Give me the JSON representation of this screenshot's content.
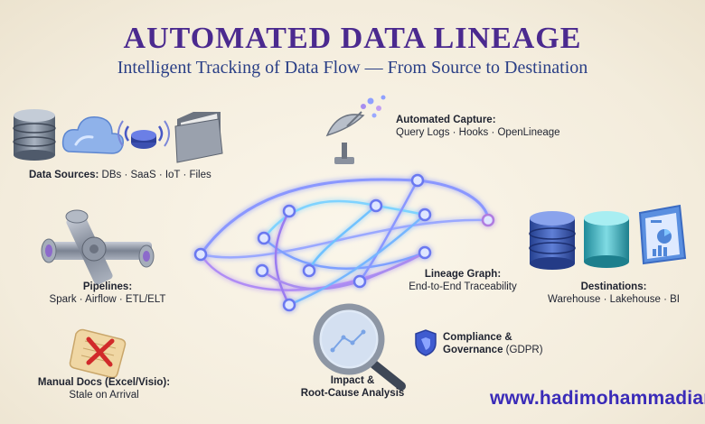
{
  "header": {
    "title": "AUTOMATED DATA LINEAGE",
    "subtitle": "Intelligent Tracking of Data Flow — From Source to Destination"
  },
  "sections": {
    "data_sources": {
      "title": "Data Sources:",
      "text": "DBs · SaaS · IoT · Files"
    },
    "automated_capture": {
      "title": "Automated Capture:",
      "text": "Query Logs · Hooks · OpenLineage"
    },
    "pipelines": {
      "title": "Pipelines:",
      "text": "Spark · Airflow · ETL/ELT"
    },
    "lineage_graph": {
      "title": "Lineage Graph:",
      "text": "End-to-End Traceability"
    },
    "destinations": {
      "title": "Destinations:",
      "text": "Warehouse · Lakehouse · BI"
    },
    "compliance": {
      "line1": "Compliance &",
      "line2_bold": "Governance",
      "line2_rest": " (GDPR)"
    },
    "manual_docs": {
      "title": "Manual Docs (Excel/Visio):",
      "text": "Stale on Arrival"
    },
    "impact": {
      "line1": "Impact &",
      "line2": "Root-Cause Analysis"
    }
  },
  "footer": {
    "url": "www.hadimohammadian."
  },
  "colors": {
    "title": "#4b2a8f",
    "subtitle": "#2a3f86",
    "graph_glow": "#7a8cff",
    "graph_node": "#b7c6ff",
    "accent_purple": "#a86be0",
    "db_steel": "#6a7688",
    "destination_blue": "#3f5bb8",
    "destination_teal": "#3ab4c4"
  },
  "icons": [
    "database-icon",
    "cloud-icon",
    "iot-sensor-icon",
    "folder-icon",
    "satellite-dish-icon",
    "pipe-junction-icon",
    "lineage-graph-icon",
    "database-icon",
    "cylinder-icon",
    "dashboard-icon",
    "shield-icon",
    "magnifier-icon",
    "document-x-icon"
  ]
}
